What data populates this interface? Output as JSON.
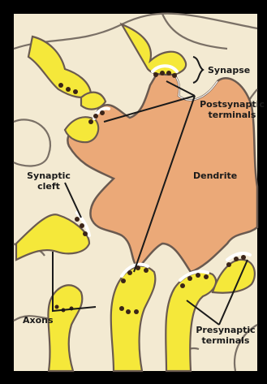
{
  "labels": {
    "synapse": "Synapse",
    "postsynaptic_line1": "Postsynaptic",
    "postsynaptic_line2": "terminals",
    "dendrite": "Dendrite",
    "synaptic_cleft_line1": "Synaptic",
    "synaptic_cleft_line2": "cleft",
    "axons": "Axons",
    "presynaptic_line1": "Presynaptic",
    "presynaptic_line2": "terminals"
  },
  "colors": {
    "frame": "#000000",
    "background": "#f3ead2",
    "dendrite": "#eba978",
    "axon_yellow": "#f5e83a",
    "vesicle_dark": "#3a2418",
    "outline": "#5a5048",
    "cleft_white": "#ffffff"
  }
}
